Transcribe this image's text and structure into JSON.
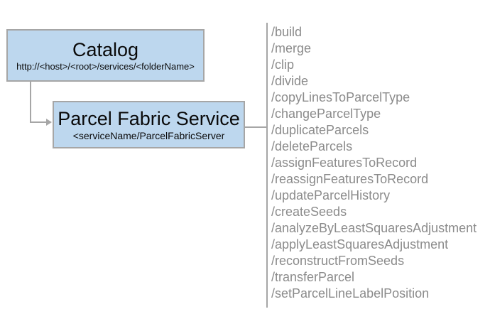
{
  "catalog_box": {
    "title": "Catalog",
    "subtitle": "http://<host>/<root>/services/<folderName>"
  },
  "service_box": {
    "title": "Parcel Fabric Service",
    "subtitle": "<serviceName/ParcelFabricServer"
  },
  "endpoints": [
    "/build",
    "/merge",
    "/clip",
    "/divide",
    "/copyLinesToParcelType",
    "/changeParcelType",
    "/duplicateParcels",
    "/deleteParcels",
    "/assignFeaturesToRecord",
    "/reassignFeaturesToRecord",
    "/updateParcelHistory",
    "/createSeeds",
    "/analyzeByLeastSquaresAdjustment",
    "/applyLeastSquaresAdjustment",
    "/reconstructFromSeeds",
    "/transferParcel",
    "/setParcelLineLabelPosition"
  ],
  "colors": {
    "box_fill": "#bdd7ee",
    "box_border": "#a6a6a6",
    "connector": "#a6a6a6",
    "endpoint_text": "#8b8b8b",
    "title_text": "#0a0a0a"
  }
}
